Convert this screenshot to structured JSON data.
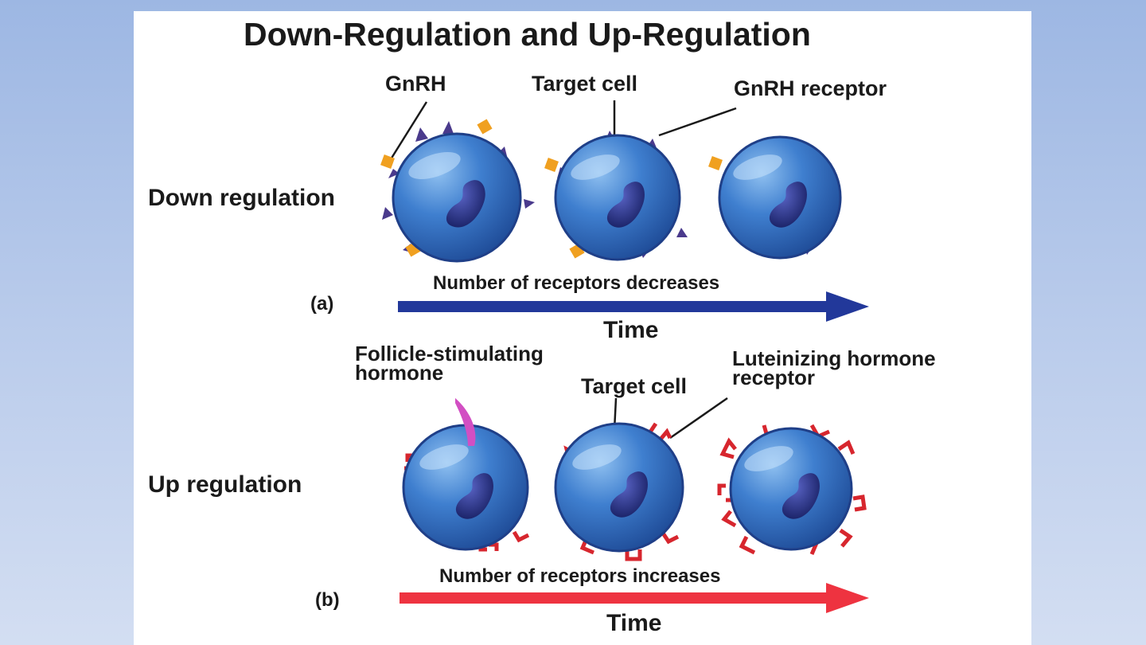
{
  "diagram": {
    "title": "Down-Regulation and Up-Regulation",
    "down": {
      "row_label": "Down regulation",
      "panel_letter": "(a)",
      "hormone_label": "GnRH",
      "cell_label": "Target cell",
      "receptor_label": "GnRH receptor",
      "axis_text": "Number of receptors decreases",
      "time_label": "Time",
      "arrow_color": "#22389a",
      "receptor_color": "#4a3a8c",
      "hormone_color": "#f0a020"
    },
    "up": {
      "row_label": "Up regulation",
      "panel_letter": "(b)",
      "hormone_label_line1": "Follicle-stimulating",
      "hormone_label_line2": "hormone",
      "cell_label": "Target cell",
      "receptor_label_line1": "Luteinizing hormone",
      "receptor_label_line2": "receptor",
      "axis_text": "Number of receptors increases",
      "time_label": "Time",
      "arrow_color": "#ee3340",
      "receptor_color": "#d7262e",
      "hormone_color": "#d24fc3"
    },
    "cell_colors": {
      "membrane": "#2a5aa8",
      "cytoplasm": "#3f7fcf",
      "nucleus": "#1f2a7a"
    }
  }
}
